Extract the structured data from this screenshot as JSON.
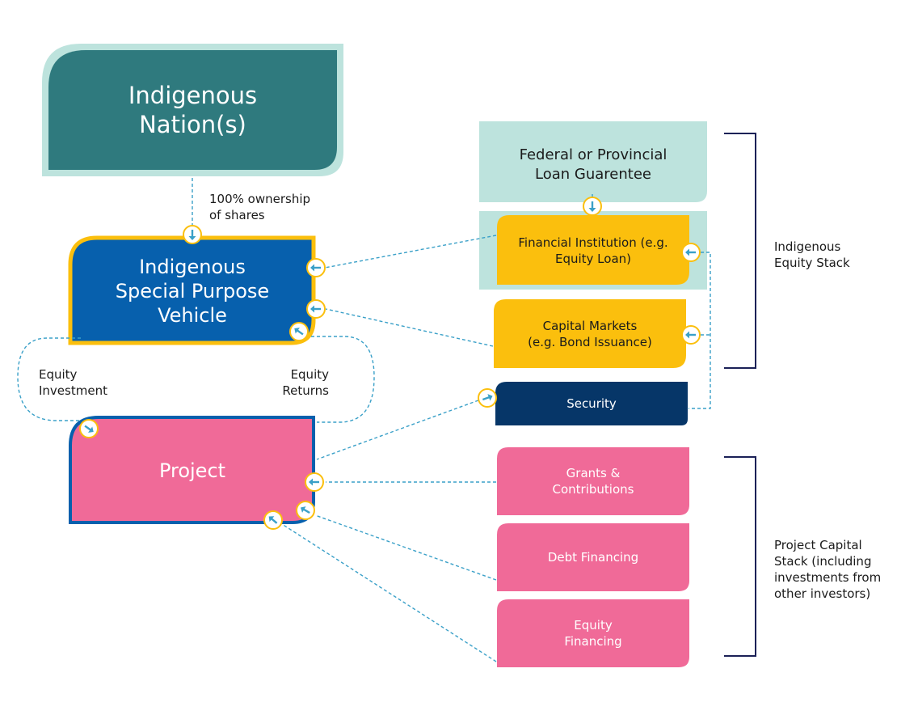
{
  "nodes": {
    "nations": "Indigenous\nNation(s)",
    "spv": "Indigenous\nSpecial Purpose\nVehicle",
    "project": "Project",
    "guarantee": "Federal or Provincial\nLoan Guarentee",
    "financial_institution": "Financial Institution (e.g.\nEquity Loan)",
    "capital_markets": "Capital Markets\n(e.g. Bond Issuance)",
    "security": "Security",
    "grants": "Grants &\nContributions",
    "debt": "Debt Financing",
    "equity_financing": "Equity\nFinancing"
  },
  "edge_labels": {
    "ownership": "100% ownership\nof shares",
    "equity_investment": "Equity\nInvestment",
    "equity_returns": "Equity\nReturns"
  },
  "brackets": {
    "equity_stack": "Indigenous\nEquity Stack",
    "capital_stack": "Project Capital\nStack (including\ninvestments from\nother investors)"
  },
  "colors": {
    "teal_dark": "#2f7a7e",
    "teal_light": "#bde3dd",
    "blue": "#0760ad",
    "yellow": "#fbbf0d",
    "pink": "#f06a98",
    "navy": "#063668",
    "connector": "#3aa0c8",
    "bracket": "#1b2157"
  },
  "icons": [
    "arrow-down-icon",
    "arrow-left-icon",
    "arrow-upleft-icon",
    "arrow-downright-icon",
    "arrow-upright-icon"
  ]
}
